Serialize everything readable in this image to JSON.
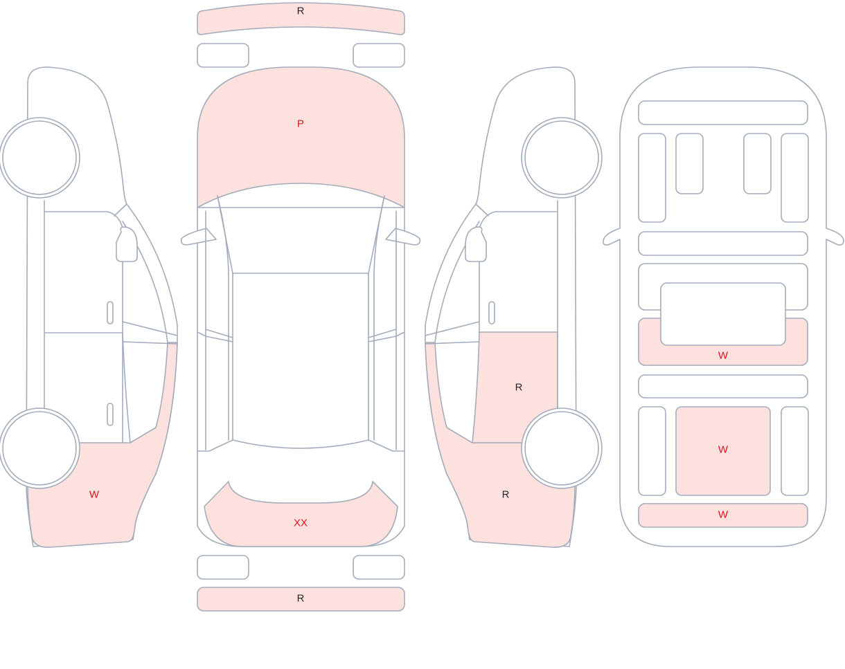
{
  "colors": {
    "outline": "#a3acbb",
    "panel_fill": "#ffffff",
    "damage_fill": "#fde1df",
    "label_red": "#e0121f",
    "label_dark": "#23262f"
  },
  "panels": {
    "front_bumper": {
      "code": "R",
      "color": "dark"
    },
    "hood": {
      "code": "P",
      "color": "red"
    },
    "left_rear_quarter": {
      "code": "W",
      "color": "red"
    },
    "trunk_lid": {
      "code": "XX",
      "color": "red"
    },
    "rear_bumper": {
      "code": "R",
      "color": "dark"
    },
    "right_rear_door": {
      "code": "R",
      "color": "dark"
    },
    "right_rear_quarter": {
      "code": "R",
      "color": "dark"
    },
    "floor_rear_crossmember": {
      "code": "W",
      "color": "red"
    },
    "floor_spare_tire_well": {
      "code": "W",
      "color": "red"
    },
    "floor_rear_panel": {
      "code": "W",
      "color": "red"
    }
  }
}
